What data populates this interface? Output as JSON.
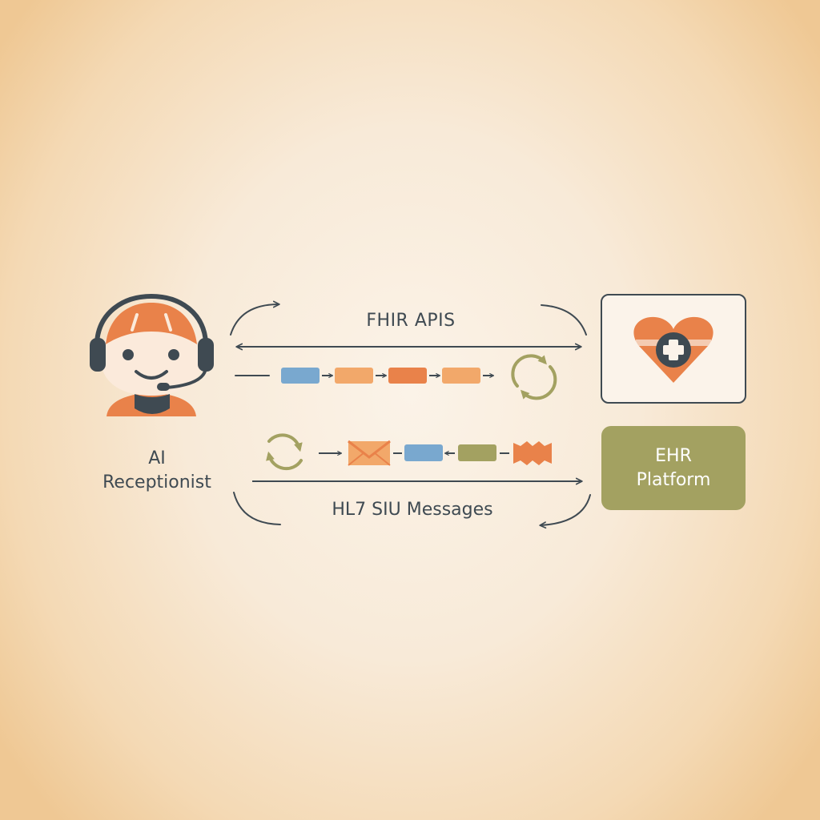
{
  "agent": {
    "label": "AI\nReceptionist"
  },
  "top_flow": {
    "label": "FHIR APIS"
  },
  "bottom_flow": {
    "label": "HL7 SIU Messages"
  },
  "ehr": {
    "label": "EHR\nPlatform"
  },
  "icons": {
    "agent": "receptionist-headset-icon",
    "health": "heart-medical-cross-icon",
    "sync": "sync-cycle-icon",
    "message": "envelope-icon",
    "output": "zigzag-output-icon"
  },
  "colors": {
    "dark": "#3f4a52",
    "orange": "#e9824a",
    "light_orange": "#f2a86a",
    "blue": "#79a8cf",
    "olive": "#a3a161"
  }
}
